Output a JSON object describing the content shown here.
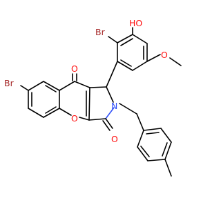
{
  "atoms": {
    "br_top": "Br",
    "oh": "HO",
    "ome_o": "O",
    "br_left": "Br",
    "ketone_o_top": "O",
    "n": "N",
    "ring_o": "O",
    "ketone_o_bottom": "O"
  },
  "colors": {
    "carbon": "#000000",
    "oxygen": "#ff0d0d",
    "nitrogen": "#3050f8",
    "bromine": "#a62929"
  }
}
